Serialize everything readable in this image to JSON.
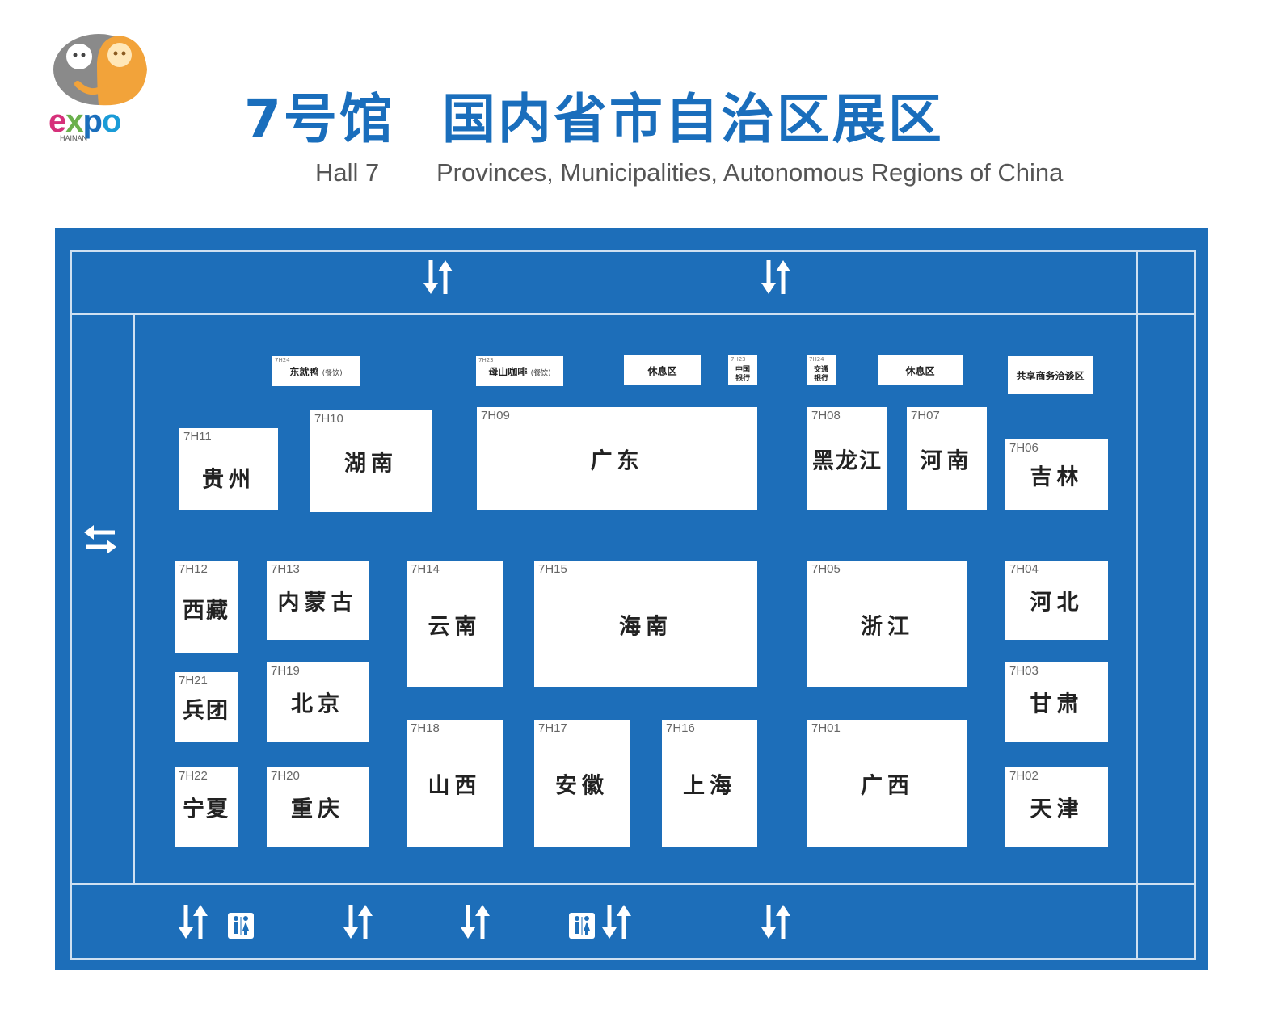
{
  "header": {
    "title_hall": "7号馆",
    "title_region": "国内省市自治区展区",
    "hall_en": "Hall 7",
    "subtitle_en": "Provinces, Municipalities,  Autonomous Regions of China"
  },
  "logo": {
    "text": "expo",
    "subtext": "HAINAN"
  },
  "colors": {
    "hall_blue": "#1d6eb9",
    "title_blue": "#1a6ebc",
    "booth": "#ffffff"
  },
  "facilities": [
    {
      "code": "7H24",
      "label": "东就鸭",
      "sub": "(餐饮)"
    },
    {
      "code": "7H23",
      "label": "母山咖啡",
      "sub": "(餐饮)"
    },
    {
      "label": "休息区"
    },
    {
      "code": "7H23",
      "label": "中国银行"
    },
    {
      "code": "7H24",
      "label": "交通银行"
    },
    {
      "label": "休息区"
    },
    {
      "label": "共享商务洽谈区"
    }
  ],
  "booths": [
    {
      "code": "7H11",
      "name": "贵州"
    },
    {
      "code": "7H10",
      "name": "湖南"
    },
    {
      "code": "7H09",
      "name": "广东"
    },
    {
      "code": "7H08",
      "name": "黑龙江"
    },
    {
      "code": "7H07",
      "name": "河南"
    },
    {
      "code": "7H06",
      "name": "吉林"
    },
    {
      "code": "7H12",
      "name": "西藏"
    },
    {
      "code": "7H13",
      "name": "内蒙古"
    },
    {
      "code": "7H14",
      "name": "云南"
    },
    {
      "code": "7H15",
      "name": "海南"
    },
    {
      "code": "7H05",
      "name": "浙江"
    },
    {
      "code": "7H04",
      "name": "河北"
    },
    {
      "code": "7H21",
      "name": "兵团"
    },
    {
      "code": "7H19",
      "name": "北京"
    },
    {
      "code": "7H03",
      "name": "甘肃"
    },
    {
      "code": "7H18",
      "name": "山西"
    },
    {
      "code": "7H17",
      "name": "安徽"
    },
    {
      "code": "7H16",
      "name": "上海"
    },
    {
      "code": "7H01",
      "name": "广西"
    },
    {
      "code": "7H22",
      "name": "宁夏"
    },
    {
      "code": "7H20",
      "name": "重庆"
    },
    {
      "code": "7H02",
      "name": "天津"
    }
  ],
  "icons": {
    "entrance": "entrance-exit-arrows-icon",
    "side_entrance": "side-entrance-arrows-icon",
    "restroom": "restroom-icon"
  }
}
